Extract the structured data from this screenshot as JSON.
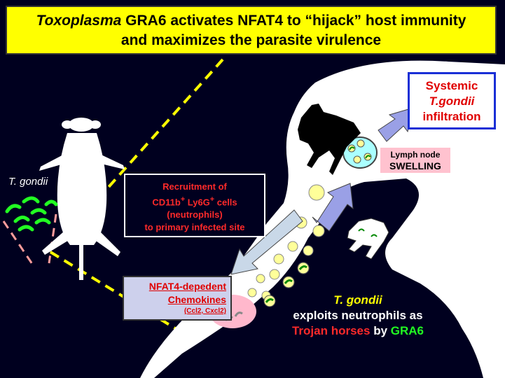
{
  "title": {
    "italic_part": "Toxoplasma",
    "line1_rest": " GRA6 activates NFAT4 to “hijack” host immunity",
    "line2": "and maximizes the parasite virulence"
  },
  "parasite_label": "T. gondii",
  "systemic_box": {
    "line1": "Systemic",
    "line2": "T.gondii",
    "line3": "infiltration"
  },
  "lymph_box": {
    "line1": "Lymph node",
    "line2": "SWELLING"
  },
  "recruitment_box": {
    "line1": "Recruitment of",
    "line2_prefix": "CD11b",
    "sup1": "+",
    "line2_mid": " Ly6G",
    "sup2": "+",
    "line2_suffix": " cells",
    "line3": "(neutrophils)",
    "line4": "to primary infected site"
  },
  "nfat_box": {
    "line1": "NFAT4-depedent",
    "line2": "Chemokines",
    "line3": "(Ccl2, Cxcl2)"
  },
  "exploit_text": {
    "line1": "T. gondii",
    "line2": "exploits neutrophils as",
    "line3_red": "Trojan horses",
    "line3_mid": " by ",
    "line3_green": "GRA6"
  },
  "colors": {
    "background": "#00001f",
    "title_bg": "#ffff00",
    "accent_red": "#e00000",
    "accent_green": "#22ff22",
    "arrow_fill": "#9aa0e6"
  }
}
